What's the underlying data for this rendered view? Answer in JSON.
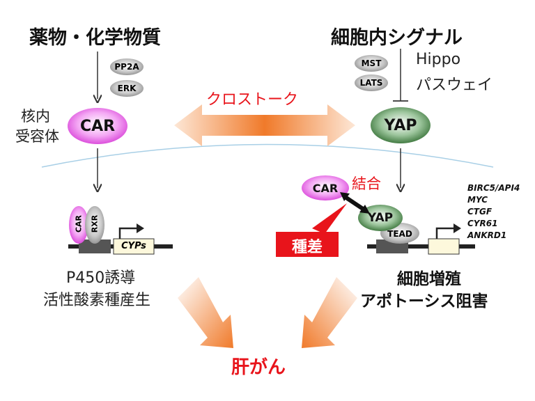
{
  "title_left": "薬物・化学物質",
  "title_right": "細胞内シグナル",
  "kinase_left": [
    "PP2A",
    "ERK"
  ],
  "kinase_right": [
    "MST",
    "LATS"
  ],
  "hippo_line1": "Hippo",
  "hippo_line2": "パスウェイ",
  "receptor_label_line1": "核内",
  "receptor_label_line2": "受容体",
  "car": "CAR",
  "yap": "YAP",
  "crosstalk": "クロストーク",
  "binding": "結合",
  "species_diff": "種差",
  "rxr": "RXR",
  "tead": "TEAD",
  "cyps": "CYPs",
  "target_genes": [
    "BIRC5/API4",
    "MYC",
    "CTGF",
    "CYR61",
    "ANKRD1"
  ],
  "outcome_left_line1": "P450誘導",
  "outcome_left_line2": "活性酸素種産生",
  "outcome_right_line1": "細胞増殖",
  "outcome_right_line2": "アポトーシス阻害",
  "liver_cancer": "肝がん",
  "colors": {
    "car": "#d63ad6",
    "yap": "#2f6b2f",
    "accent_red": "#e8141b",
    "arrow_orange": "#f07a2a"
  }
}
